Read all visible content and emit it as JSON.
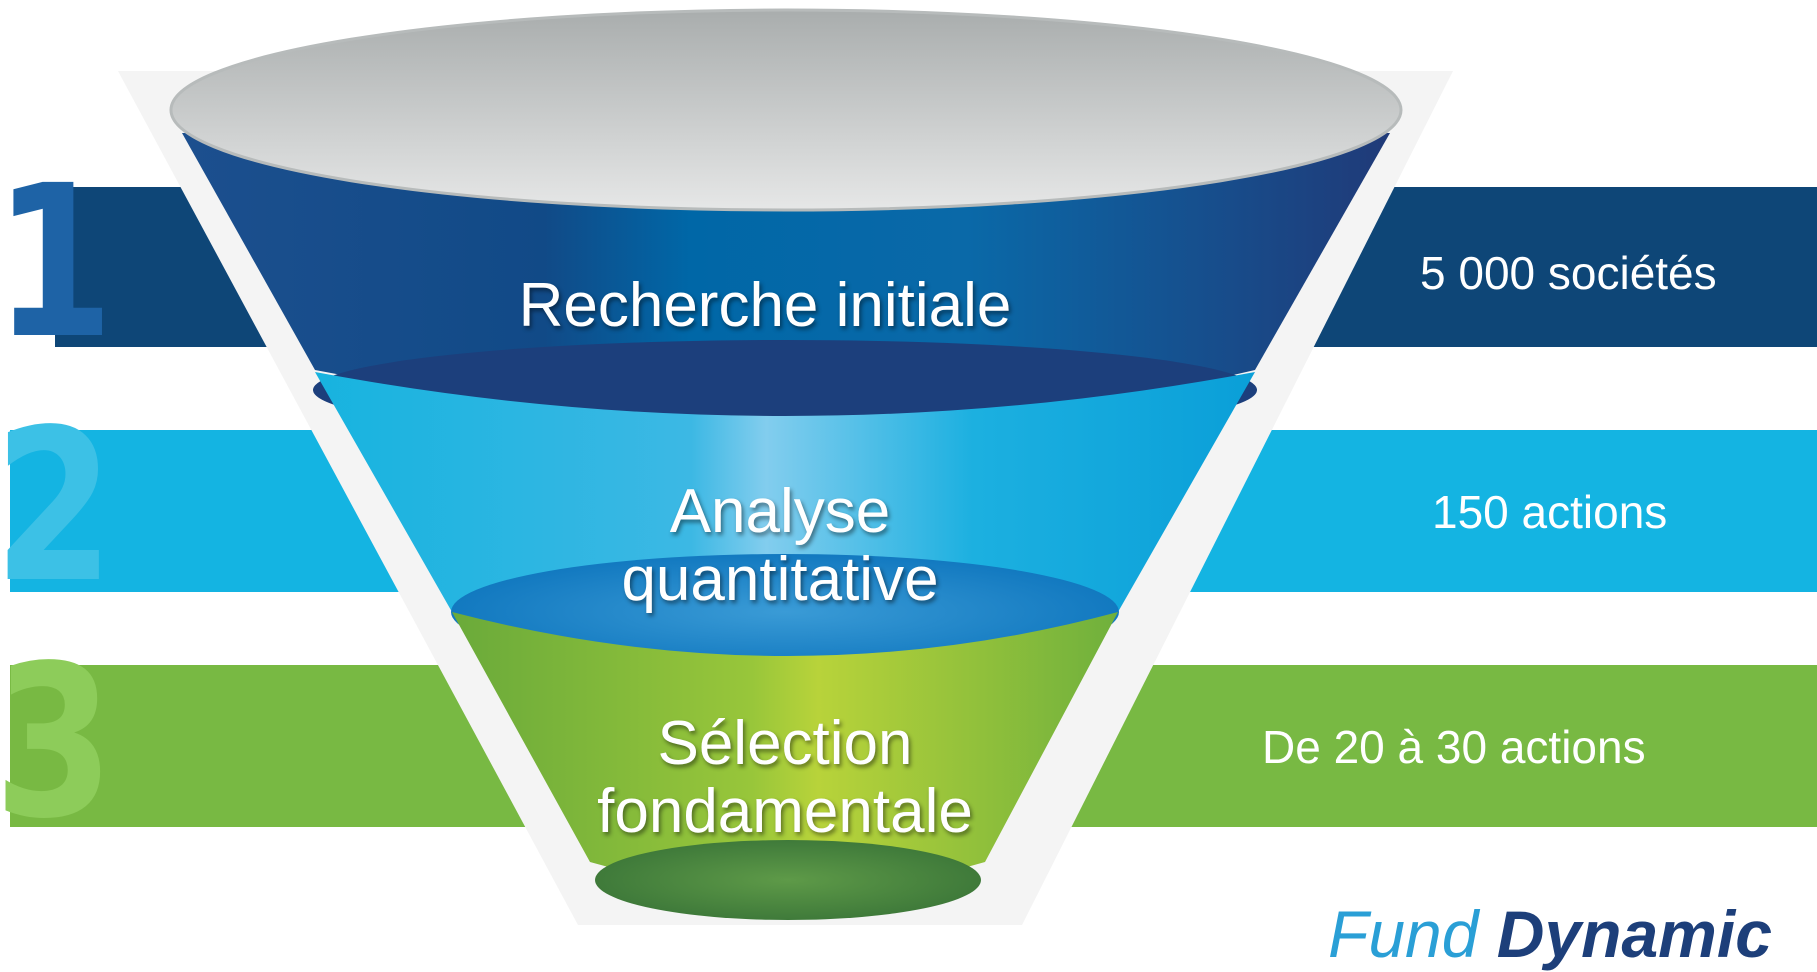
{
  "stages": [
    {
      "number": "1",
      "label": "Recherche initiale",
      "count": "5 000 sociétés",
      "band_color": "#0e4677",
      "number_color": "#1e63a6"
    },
    {
      "number": "2",
      "label_line1": "Analyse",
      "label_line2": "quantitative",
      "count": "150 actions",
      "band_color": "#14b4e2",
      "number_color": "#3cc1e6"
    },
    {
      "number": "3",
      "label_line1": "Sélection",
      "label_line2": "fondamentale",
      "count": "De 20 à 30 actions",
      "band_color": "#78b943",
      "number_color": "#8dcc5a"
    }
  ],
  "footer": {
    "brand_light": "Fund",
    "brand_strong": "Dynamic"
  },
  "colors": {
    "funnel_rim": "#c9cccc",
    "funnel_dark": "#1f3e7b",
    "funnel_mid": "#0b93d3",
    "funnel_green": "#6fa636"
  }
}
